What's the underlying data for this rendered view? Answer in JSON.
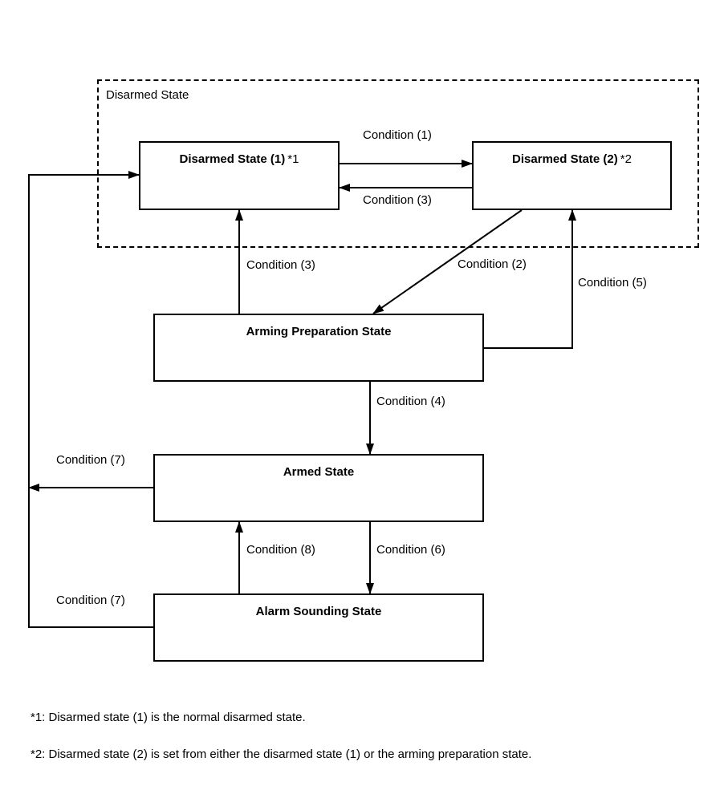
{
  "group": {
    "label": "Disarmed State"
  },
  "states": {
    "disarmed1": {
      "title": "Disarmed State (1)",
      "mark": "*1"
    },
    "disarmed2": {
      "title": "Disarmed State (2)",
      "mark": "*2"
    },
    "arming_prep": {
      "title": "Arming Preparation State"
    },
    "armed": {
      "title": "Armed State"
    },
    "alarm": {
      "title": "Alarm Sounding State"
    }
  },
  "conditions": {
    "c1": "Condition (1)",
    "c3_top": "Condition (3)",
    "c3_vertical": "Condition (3)",
    "c2": "Condition (2)",
    "c5": "Condition (5)",
    "c4": "Condition (4)",
    "c7_armed": "Condition (7)",
    "c8": "Condition (8)",
    "c6": "Condition (6)",
    "c7_alarm": "Condition (7)"
  },
  "notes": [
    "*1: Disarmed state (1) is the normal disarmed state.",
    "*2: Disarmed state (2) is set from either the disarmed state (1) or the arming preparation state."
  ]
}
